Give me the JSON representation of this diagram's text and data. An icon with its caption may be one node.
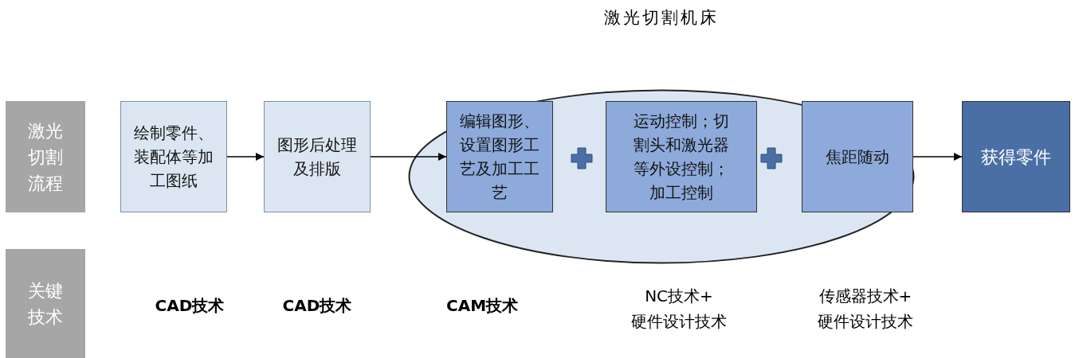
{
  "diagram": {
    "nodes": [
      {
        "text": [
          "激光切割流程"
        ]
      },
      {
        "text": [
          "绘制零件、装配体等加工图纸"
        ]
      },
      {
        "text": [
          "图形后处理及排版"
        ]
      },
      {
        "text": [
          "激光切割机床"
        ]
      },
      {
        "text": [
          "编辑图形、设置图形工艺及加工工艺"
        ],
        "in": 3
      },
      {
        "text": [
          "运动控制；切割头和激光器等外设控制；加工控制"
        ],
        "in": 3
      },
      {
        "text": [
          "焦距随动"
        ],
        "in": 3
      },
      {
        "text": [
          "获得零件"
        ]
      },
      {
        "text": [
          "关键技术"
        ]
      }
    ],
    "edges": [
      {
        "from": 1,
        "to": 2,
        "arrow": "to"
      },
      {
        "from": 2,
        "to": 4,
        "arrow": "to"
      },
      {
        "from": 6,
        "to": 7,
        "arrow": "to"
      }
    ],
    "labels": [
      "CAD技术",
      "CAD技术",
      "CAM技术",
      "NC技术+ 硬件设计技术",
      "传感器技术+ 硬件设计技术"
    ]
  }
}
